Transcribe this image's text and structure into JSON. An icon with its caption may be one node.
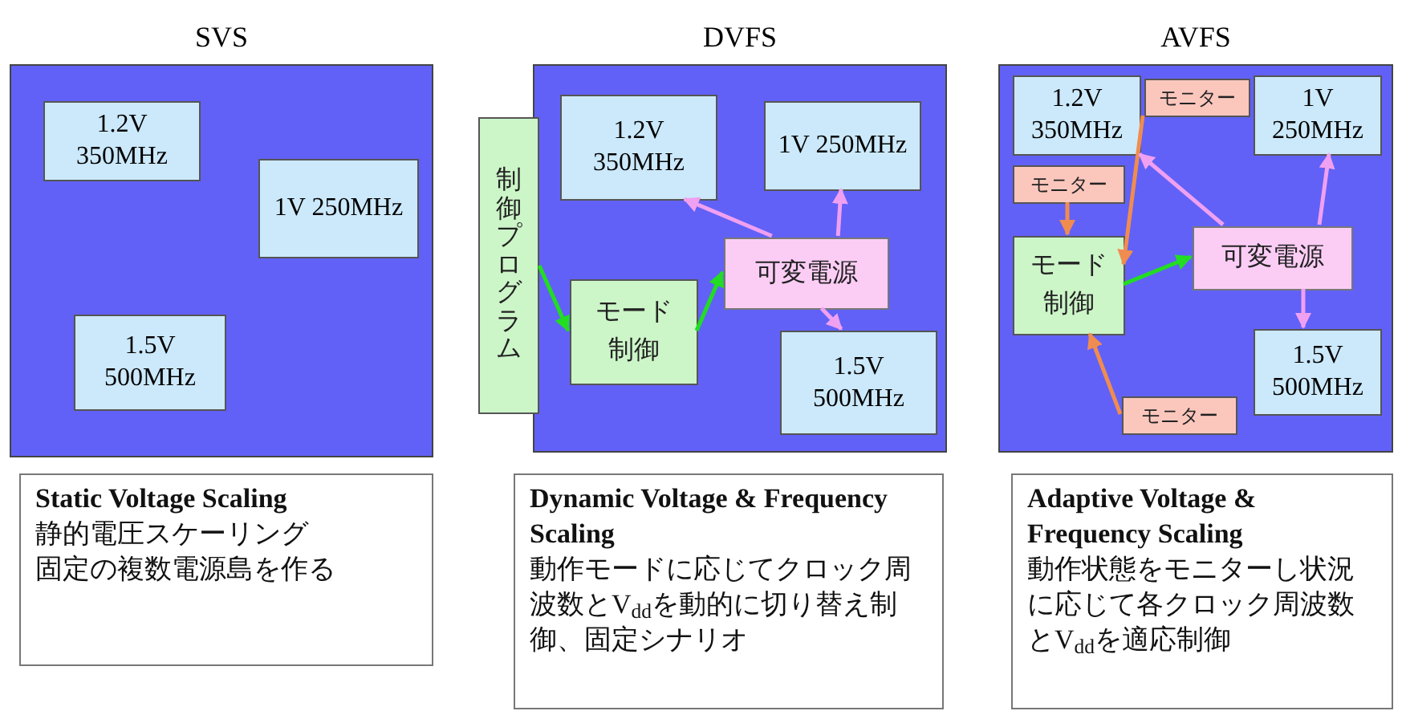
{
  "diagram": {
    "nodes": [
      {
        "text": [
          "SVS"
        ]
      },
      {
        "text": [
          "1.2V 350MHz"
        ],
        "in": 0
      },
      {
        "text": [
          "1V 250MHz"
        ],
        "in": 0
      },
      {
        "text": [
          "1.5V 500MHz"
        ],
        "in": 0
      },
      {
        "text": [
          "DVFS"
        ]
      },
      {
        "text": [
          "制御プログラム"
        ]
      },
      {
        "text": [
          "1.2V 350MHz"
        ],
        "in": 4
      },
      {
        "text": [
          "1V 250MHz"
        ],
        "in": 4
      },
      {
        "text": [
          "可変電源"
        ],
        "in": 4
      },
      {
        "text": [
          "モード制御"
        ],
        "in": 4
      },
      {
        "text": [
          "1.5V 500MHz"
        ],
        "in": 4
      },
      {
        "text": [
          "AVFS"
        ]
      },
      {
        "text": [
          "1.2V 350MHz"
        ],
        "in": 11
      },
      {
        "text": [
          "1V 250MHz"
        ],
        "in": 11
      },
      {
        "text": [
          "モニター"
        ],
        "in": 11
      },
      {
        "text": [
          "モニター"
        ],
        "in": 11
      },
      {
        "text": [
          "モード制御"
        ],
        "in": 11
      },
      {
        "text": [
          "可変電源"
        ],
        "in": 11
      },
      {
        "text": [
          "1.5V 500MHz"
        ],
        "in": 11
      },
      {
        "text": [
          "モニター"
        ],
        "in": 11
      },
      {
        "text": [
          "Static Voltage Scaling",
          "静的電圧スケーリング",
          "固定の複数電源島を作る"
        ]
      },
      {
        "text": [
          "Dynamic Voltage & Frequency Scaling",
          "動作モードに応じてクロック周波数とV$_{dd}$を動的に切り替え制御、固定シナリオ"
        ]
      },
      {
        "text": [
          "Adaptive Voltage & Frequency Scaling",
          "動作状態をモニターし状況に応じて各クロック周波数とV$_{dd}$を適応制御"
        ]
      }
    ],
    "edges": [
      {
        "from": 5,
        "to": 9,
        "arrow": "to",
        "color": "#22dd22"
      },
      {
        "from": 9,
        "to": 8,
        "arrow": "to",
        "color": "#22dd22"
      },
      {
        "from": 8,
        "to": 6,
        "arrow": "to"
      },
      {
        "from": 8,
        "to": 7,
        "arrow": "to"
      },
      {
        "from": 8,
        "to": 10,
        "arrow": "to"
      },
      {
        "from": 14,
        "to": 16,
        "arrow": "to",
        "color": "#f08c50"
      },
      {
        "from": 15,
        "to": 16,
        "arrow": "to",
        "color": "#f08c50"
      },
      {
        "from": 19,
        "to": 16,
        "arrow": "to",
        "color": "#f08c50"
      },
      {
        "from": 16,
        "to": 17,
        "arrow": "to",
        "color": "#22dd22"
      },
      {
        "from": 17,
        "to": 12,
        "arrow": "to"
      },
      {
        "from": 17,
        "to": 13,
        "arrow": "to"
      },
      {
        "from": 17,
        "to": 18,
        "arrow": "to"
      }
    ]
  }
}
